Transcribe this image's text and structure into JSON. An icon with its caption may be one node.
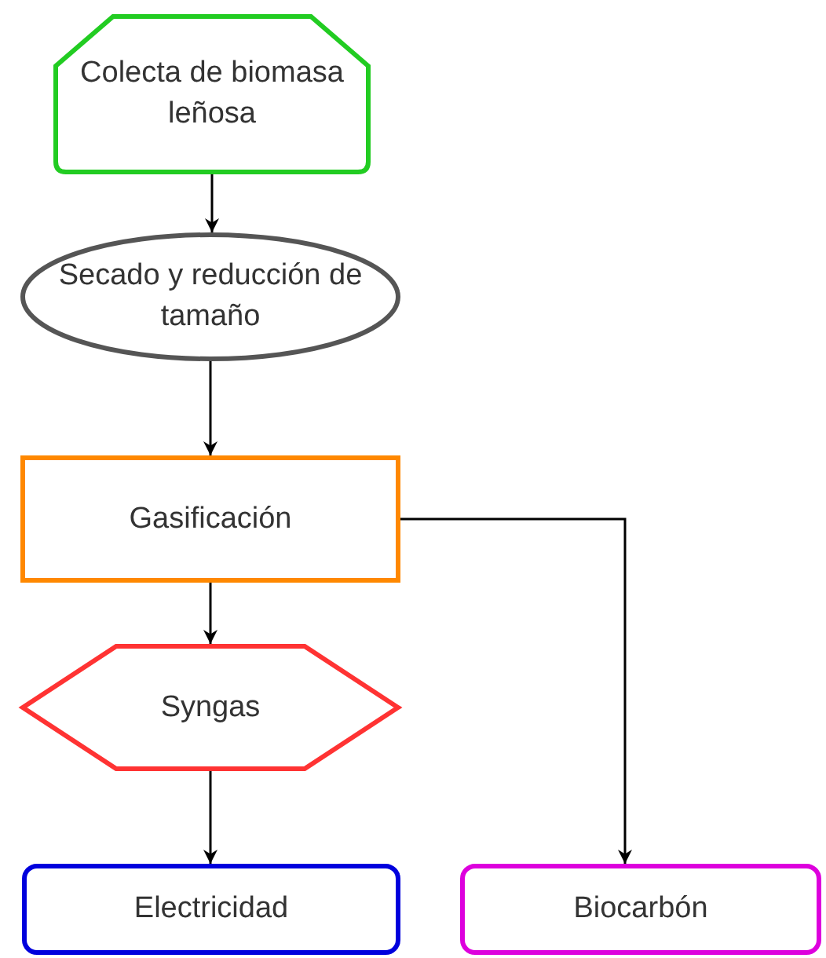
{
  "diagram": {
    "nodes": [
      {
        "text": [
          "Colecta de biomasa leñosa"
        ]
      },
      {
        "text": [
          "Secado y reducción de tamaño"
        ]
      },
      {
        "text": [
          "Gasificación"
        ]
      },
      {
        "text": [
          "Syngas"
        ]
      },
      {
        "text": [
          "Electricidad"
        ]
      },
      {
        "text": [
          "Biocarbón"
        ]
      }
    ],
    "edges": [
      {
        "from": 0,
        "to": 1,
        "arrow": "to"
      },
      {
        "from": 1,
        "to": 2,
        "arrow": "to"
      },
      {
        "from": 2,
        "to": 3,
        "arrow": "to"
      },
      {
        "from": 3,
        "to": 4,
        "arrow": "to"
      },
      {
        "from": 2,
        "to": 5,
        "arrow": "to"
      }
    ]
  }
}
